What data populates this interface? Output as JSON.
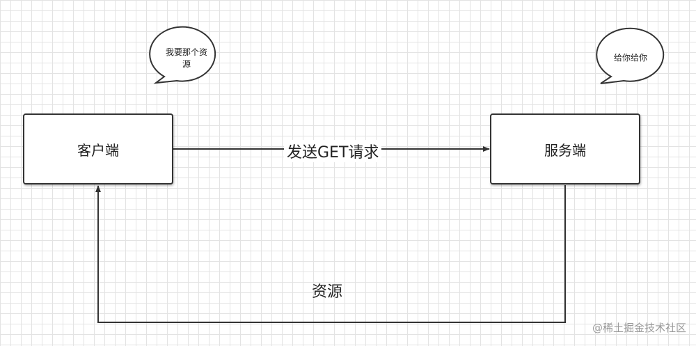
{
  "nodes": {
    "client": "客户端",
    "server": "服务端"
  },
  "edges": {
    "request": "发送GET请求",
    "response": "资源"
  },
  "bubbles": {
    "client_line1": "我要那个资",
    "client_line2": "源",
    "server": "给你给你"
  },
  "watermark": "@稀土掘金技术社区",
  "colors": {
    "stroke": "#333333",
    "grid": "#e3e3e3",
    "watermark": "#9a9a9a"
  }
}
